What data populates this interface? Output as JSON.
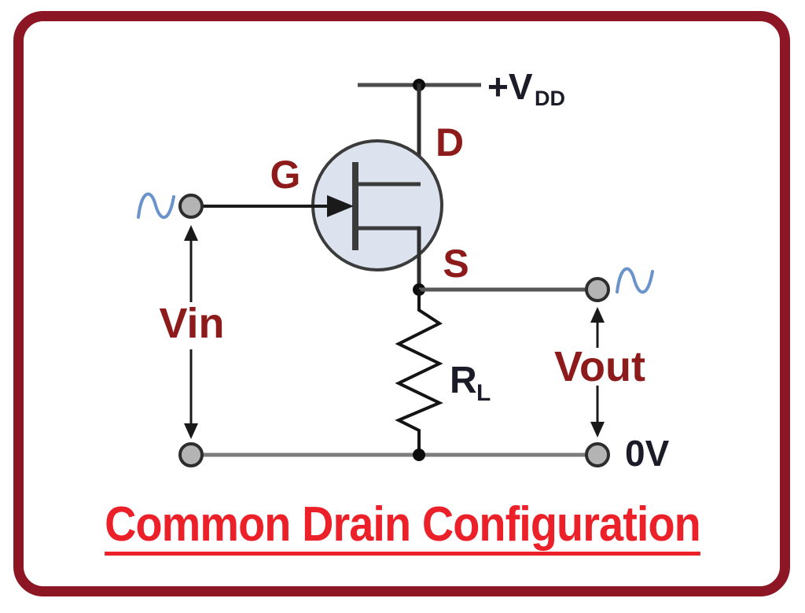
{
  "title": {
    "text": "Common Drain Configuration",
    "color": "#eb2028",
    "underlined": true
  },
  "frame": {
    "border_color": "#8c1623",
    "background": "#ffffff"
  },
  "circuit": {
    "labels": {
      "gate": "G",
      "drain": "D",
      "source": "S",
      "supply_main": "+V",
      "supply_sub": "DD",
      "input": "Vin",
      "output": "Vout",
      "load_main": "R",
      "load_sub": "L",
      "ground": "0V"
    },
    "colors": {
      "terminal_label_red": "#8e1b1b",
      "net_label_dark": "#1c1c28",
      "sine_blue": "#6a93cc",
      "mosfet_fill": "#dce3ef",
      "mosfet_stroke": "#3b3b3b",
      "wire_dark": "#1a1a1a",
      "wire_mid": "#4d4d4d",
      "rail_gray": "#7c7c7c",
      "terminal_fill": "#b4b4b4",
      "terminal_stroke": "#2d2d2d"
    }
  }
}
